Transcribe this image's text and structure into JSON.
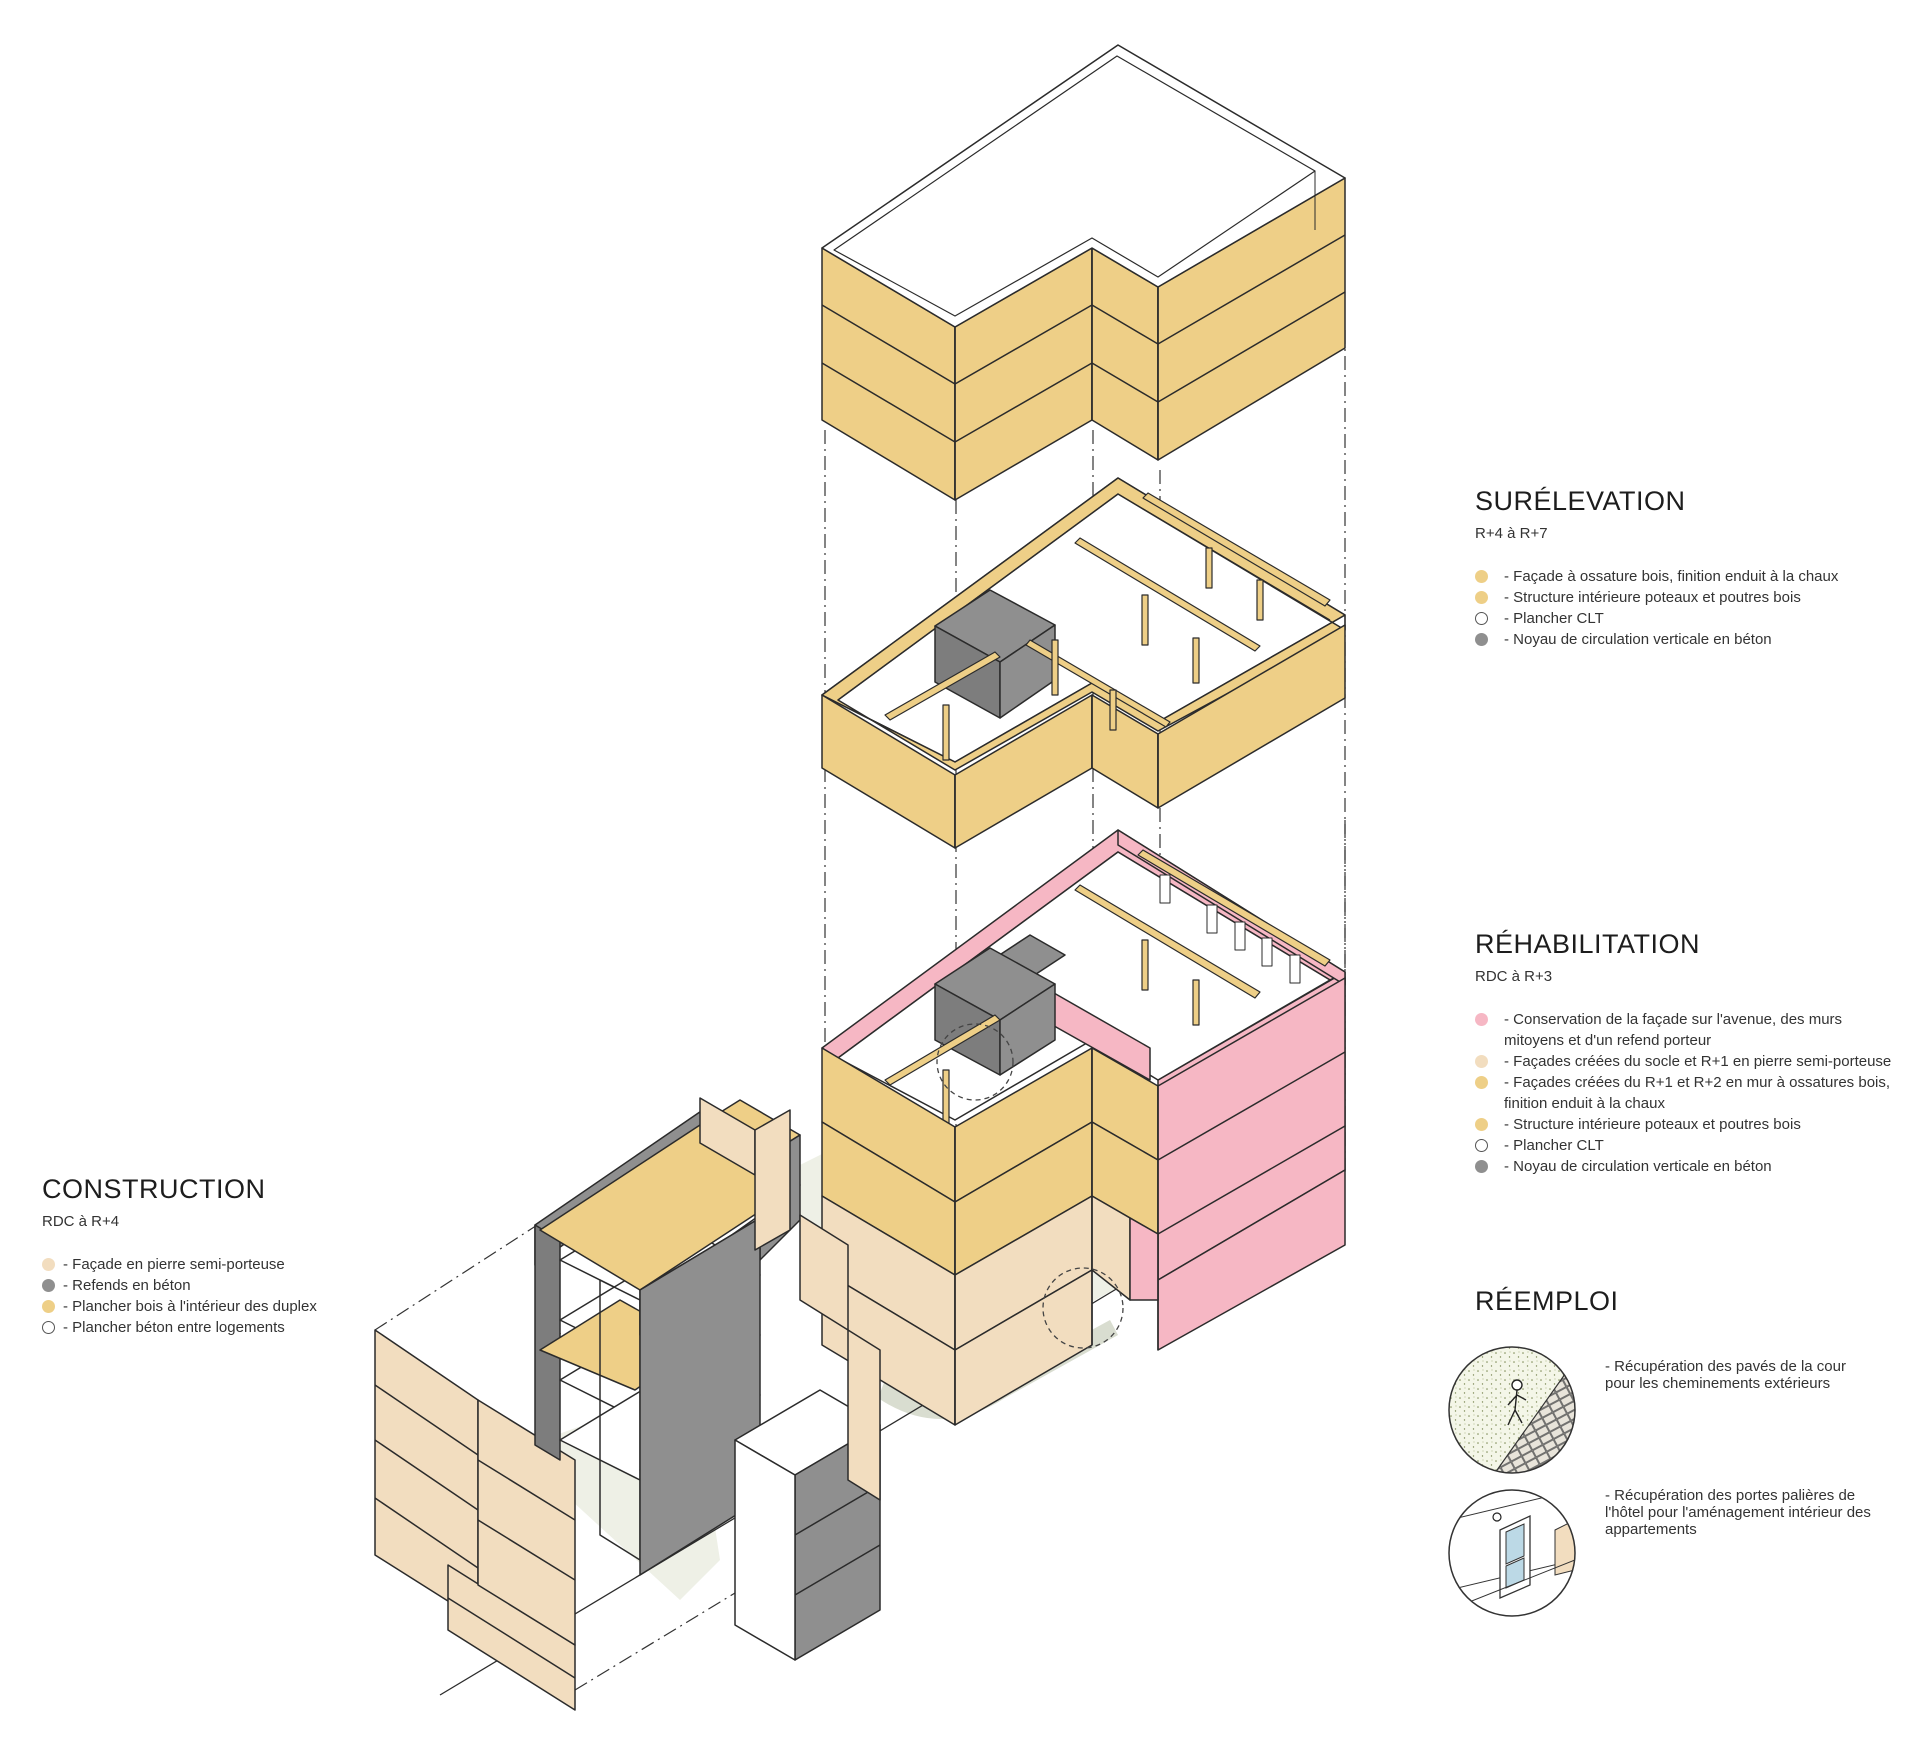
{
  "colors": {
    "timber": "#EECF87",
    "stone": "#F2DDBF",
    "concrete": "#8F8F8F",
    "preserved": "#F6B7C4",
    "slab": "#FFFFFF",
    "ground": "#EEF0E6",
    "line": "#2B2B2B"
  },
  "surelevation": {
    "title": "SURÉLEVATION",
    "subtitle": "R+4 à R+7",
    "legend": [
      {
        "swatch": "timber",
        "text": "- Façade à ossature bois, finition enduit à la chaux"
      },
      {
        "swatch": "timber",
        "text": "- Structure intérieure poteaux et poutres bois"
      },
      {
        "swatch": "empty",
        "text": "- Plancher CLT"
      },
      {
        "swatch": "concrete",
        "text": "- Noyau de circulation verticale en béton"
      }
    ]
  },
  "rehabilitation": {
    "title": "RÉHABILITATION",
    "subtitle": "RDC à R+3",
    "legend": [
      {
        "swatch": "preserved",
        "text": "- Conservation de la façade sur l'avenue, des murs mitoyens et d'un refend porteur"
      },
      {
        "swatch": "stone",
        "text": "- Façades créées du socle et R+1 en pierre semi-porteuse"
      },
      {
        "swatch": "timber",
        "text": "- Façades créées du R+1 et R+2 en mur à ossatures bois, finition enduit à la chaux"
      },
      {
        "swatch": "timber",
        "text": "- Structure intérieure poteaux et poutres bois"
      },
      {
        "swatch": "empty",
        "text": "- Plancher CLT"
      },
      {
        "swatch": "concrete",
        "text": "- Noyau de circulation verticale en béton"
      }
    ]
  },
  "construction": {
    "title": "CONSTRUCTION",
    "subtitle": "RDC à R+4",
    "legend": [
      {
        "swatch": "stone",
        "text": "- Façade en pierre semi-porteuse"
      },
      {
        "swatch": "concrete",
        "text": "- Refends en béton"
      },
      {
        "swatch": "timber",
        "text": "- Plancher bois à l'intérieur des duplex"
      },
      {
        "swatch": "empty",
        "text": "- Plancher béton entre logements"
      }
    ]
  },
  "reemploi": {
    "title": "RÉEMPLOI",
    "items": [
      {
        "icon": "paving-stones-icon",
        "text": "- Récupération des pavés de la cour pour les cheminements extérieurs"
      },
      {
        "icon": "landing-door-icon",
        "text": "- Récupération des portes palières de l'hôtel pour l'aménagement intérieur des appartements"
      }
    ]
  }
}
